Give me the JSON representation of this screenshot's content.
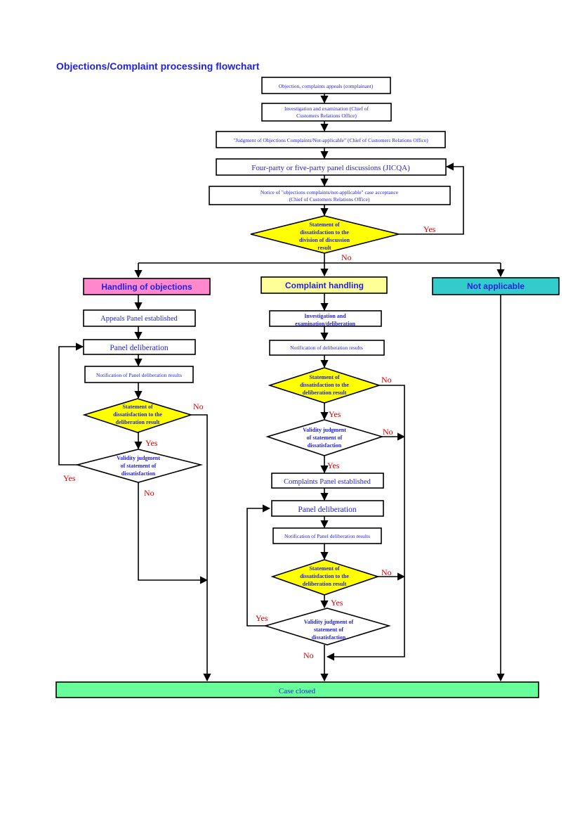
{
  "title": "Objections/Complaint processing flowchart",
  "colors": {
    "text": "#2222dd",
    "decision": "#ffff00",
    "objections_header": "#ff88cc",
    "complaint_header": "#ffff99",
    "not_applicable_header": "#33cccc",
    "case_closed": "#66ff99",
    "yes_no_labels": "#dd0000"
  },
  "main": {
    "objection": "Objection, complaints appeals (complainant)",
    "investigation_1": "Investigation and examination (Chief of",
    "investigation_2": "Customers Relations Office)",
    "judgment": "\"Judgment of Objections Complaints/Not-applicable\" (Chief of Customers Relations Office)",
    "panel_discussion": "Four-party or five-party panel discussions (JICQA)",
    "notice_1": "Notice of \"objections complaints/not-applicable\" case acceptance",
    "notice_2": "(Chief of Customers Relations Office)",
    "dissatisfaction_1": "Statement of",
    "dissatisfaction_2": "dissatisfaction to the",
    "dissatisfaction_3": "division of discussion",
    "dissatisfaction_4": "result"
  },
  "branches": {
    "objections": "Handling of objections",
    "complaint": "Complaint handling",
    "not_applicable": "Not applicable"
  },
  "objections": {
    "appeals_panel": "Appeals Panel established",
    "deliberation": "Panel deliberation",
    "notification": "Notification of Panel deliberation results",
    "dissatisfaction_1": "Statement of",
    "dissatisfaction_2": "dissatisfaction to the",
    "dissatisfaction_3": "deliberation result",
    "validity_1": "Validity judgment",
    "validity_2": "of statement of",
    "validity_3": "dissatisfaction"
  },
  "complaint": {
    "investigation_1": "Investigation and",
    "investigation_2": "examination/deliberation",
    "notification": "Notification of deliberation results",
    "dissatisfaction_1": "Statement of",
    "dissatisfaction_2": "dissatisfaction to the",
    "dissatisfaction_3": "deliberation result",
    "validity_1": "Validity judgment",
    "validity_2": "of statement of",
    "validity_3": "dissatisfaction",
    "complaints_panel": "Complaints Panel established",
    "deliberation": "Panel deliberation",
    "panel_notification": "Notification of Panel deliberation results",
    "panel_dissatisfaction_1": "Statement of",
    "panel_dissatisfaction_2": "dissatisfaction to the",
    "panel_dissatisfaction_3": "deliberation result",
    "panel_validity_1": "Validity judgment of",
    "panel_validity_2": "statement of",
    "panel_validity_3": "dissatisfaction"
  },
  "case_closed": "Case closed",
  "labels": {
    "yes": "Yes",
    "no": "No"
  }
}
